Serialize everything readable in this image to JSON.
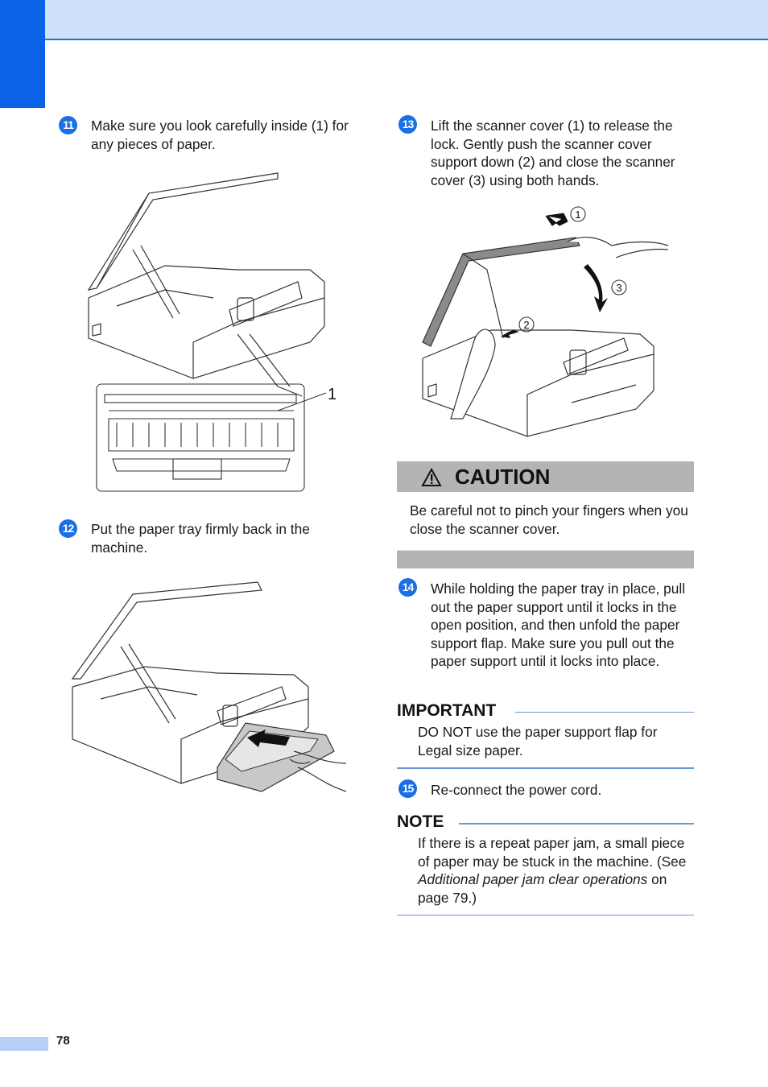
{
  "page_number": "78",
  "steps": {
    "s11": {
      "num": "11",
      "text": "Make sure you look carefully inside (1) for any pieces of paper."
    },
    "s12": {
      "num": "12",
      "text": "Put the paper tray firmly back in the machine."
    },
    "s13": {
      "num": "13",
      "text": "Lift the scanner cover (1) to release the lock. Gently push the scanner cover support down (2) and close the scanner cover (3) using both hands."
    },
    "s14": {
      "num": "14",
      "text": "While holding the paper tray in place, pull out the paper support until it locks in the open position, and then unfold the paper support flap. Make sure you pull out the paper support until it locks into place."
    },
    "s15": {
      "num": "15",
      "text": "Re-connect the power cord."
    }
  },
  "figures": {
    "fig1_callout": "1",
    "fig3_callouts": [
      "1",
      "2",
      "3"
    ]
  },
  "caution": {
    "title": "CAUTION",
    "body": "Be careful not to pinch your fingers when you close the scanner cover."
  },
  "important": {
    "label": "IMPORTANT",
    "body": "DO NOT use the paper support flap for Legal size paper."
  },
  "note": {
    "label": "NOTE",
    "body_prefix": "If there is a repeat paper jam, a small piece of paper may be stuck in the machine. (See ",
    "body_link": "Additional paper jam clear operations",
    "body_suffix": " on page 79.)"
  },
  "colors": {
    "accent": "#0a63e6",
    "header_band": "#cfe0fb",
    "caution_bar": "#b4b4b4"
  }
}
